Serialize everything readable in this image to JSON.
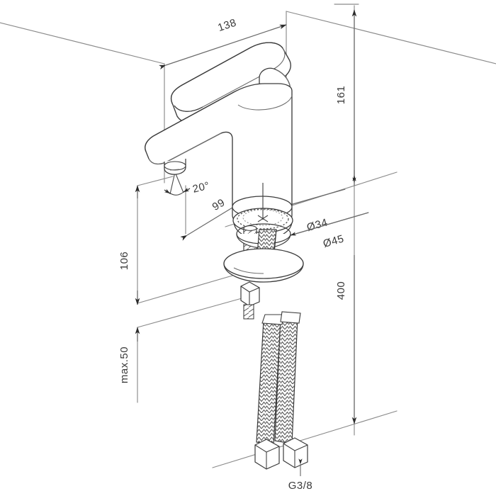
{
  "drawing": {
    "title": "Single-lever basin mixer tap technical dimension drawing",
    "units": "mm",
    "projection": "isometric",
    "line_color": "#8a8a8a",
    "outline_color": "#3c3c3c",
    "text_color": "#3a3a3a",
    "background": "#ffffff"
  },
  "chart_data": {
    "type": "table",
    "title": "Faucet dimensions",
    "categories": [
      "138",
      "161",
      "99",
      "20°",
      "Ø34",
      "Ø45",
      "106",
      "400",
      "max.50",
      "G3/8"
    ],
    "values": [
      138,
      161,
      99,
      20,
      34,
      45,
      106,
      400,
      50,
      0
    ]
  },
  "dimensions": {
    "spout_reach": {
      "label": "138",
      "name": "spout-reach-dimension",
      "unit": "mm",
      "orientation": "iso-top-left"
    },
    "overall_height": {
      "label": "161",
      "name": "overall-height-dimension",
      "unit": "mm",
      "orientation": "vertical-right"
    },
    "spout_offset": {
      "label": "99",
      "name": "spout-offset-dimension",
      "unit": "mm",
      "orientation": "iso-diagonal"
    },
    "aerator_angle": {
      "label": "20°",
      "name": "aerator-angle-dimension",
      "unit": "degrees"
    },
    "base_inner_diameter": {
      "label": "Ø34",
      "name": "base-inner-diameter-dimension",
      "unit": "mm"
    },
    "base_outer_diameter": {
      "label": "Ø45",
      "name": "base-outer-diameter-dimension",
      "unit": "mm"
    },
    "spout_height": {
      "label": "106",
      "name": "spout-height-dimension",
      "unit": "mm",
      "orientation": "vertical-left"
    },
    "hose_length": {
      "label": "400",
      "name": "hose-length-dimension",
      "unit": "mm",
      "orientation": "vertical-right"
    },
    "max_counter_thickness": {
      "label": "max.50",
      "name": "max-counter-thickness-dimension",
      "unit": "mm",
      "orientation": "vertical-left"
    },
    "connection_thread": {
      "label": "G3/8",
      "name": "connection-thread-label",
      "unit": "inch-BSP"
    }
  },
  "parts": {
    "lever_handle": "lever-handle",
    "body": "faucet-body",
    "spout": "spout",
    "aerator": "aerator",
    "mounting_plate": "mounting-plate",
    "rubber_gasket": "rubber-gasket",
    "threaded_stud": "threaded-stud",
    "mounting_washer": "mounting-washer",
    "lock_nut": "lock-nut",
    "hose_left": "braided-hose-left",
    "hose_right": "braided-hose-right",
    "hex_fitting_left": "hex-fitting-left",
    "hex_fitting_right": "hex-fitting-right"
  }
}
